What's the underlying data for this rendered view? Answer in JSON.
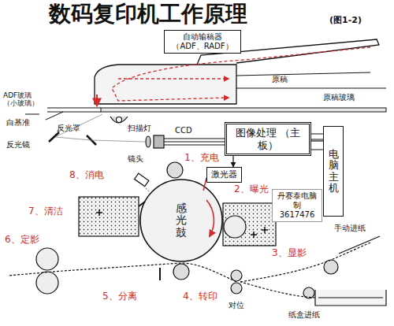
{
  "diagram": {
    "title": "数码复印机工作原理",
    "nodes": [
      {
        "text": [
          "自动输稿器（ADF、RADF）"
        ]
      },
      {
        "text": [
          "图像处理 （主板）"
        ]
      },
      {
        "text": [
          "电脑主机"
        ]
      },
      {
        "text": [
          "激光器"
        ]
      },
      {
        "text": [
          "感光鼓"
        ]
      },
      {
        "text": [
          "丹赛泰电脑制",
          "3617476"
        ]
      }
    ],
    "edges": [
      {
        "from": 1,
        "to": 2,
        "arrow": "none"
      },
      {
        "from": 1,
        "to": 3,
        "arrow": "to"
      }
    ],
    "labels": [
      "(图1-2)",
      "ADF玻璃 （小玻璃）",
      "原稿",
      "原稿玻璃",
      "白基准",
      "反光罩",
      "扫描灯",
      "反光镜",
      "CCD",
      "镜头",
      "8、消电",
      "1、充电",
      "2、曝光",
      "7、清洁",
      "3、显影",
      "6、定影",
      "5、分离",
      "4、转印",
      "对位",
      "手动进纸",
      "纸盒进纸"
    ]
  }
}
